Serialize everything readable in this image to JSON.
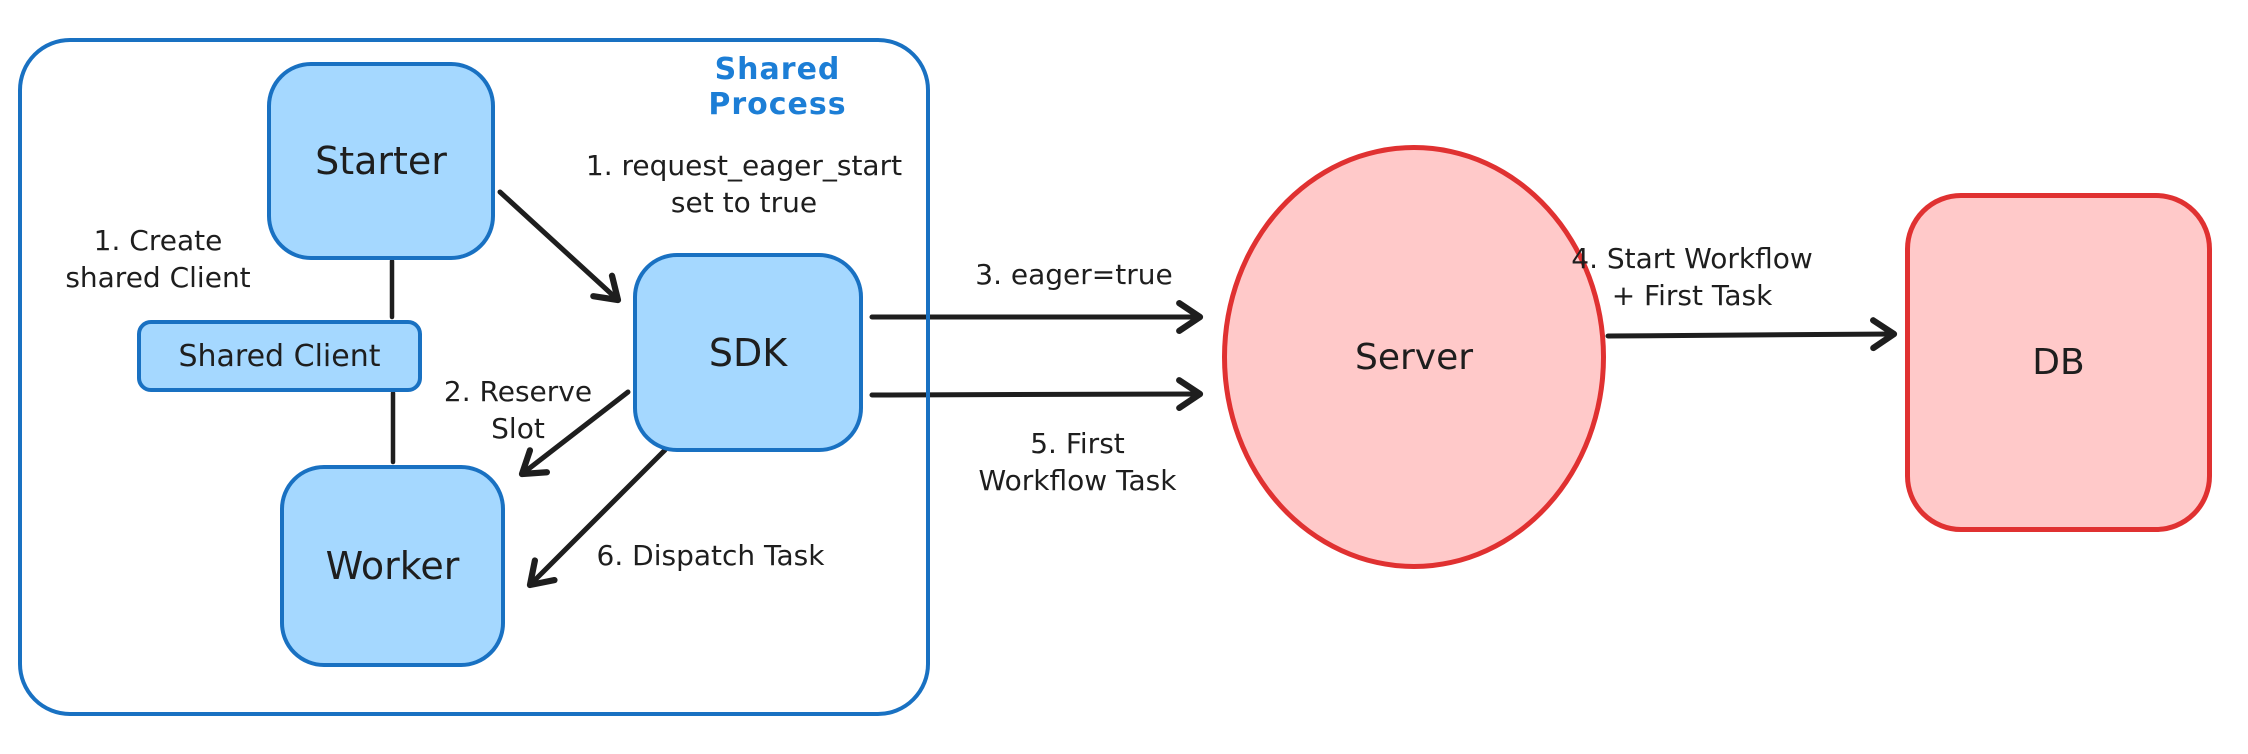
{
  "palette": {
    "blue_border": "#1971c2",
    "blue_fill": "#a5d8ff",
    "label_blue": "#1c7ed6",
    "red_border": "#e03131",
    "red_fill": "#ffc9c9",
    "ink": "#1e1e1e",
    "background": "#ffffff"
  },
  "container": {
    "label": "Shared Process"
  },
  "nodes": {
    "starter": {
      "label": "Starter",
      "shape": "rounded-rect",
      "color": "blue"
    },
    "shared_client": {
      "label": "Shared Client",
      "shape": "rounded-rect",
      "color": "blue"
    },
    "worker": {
      "label": "Worker",
      "shape": "rounded-rect",
      "color": "blue"
    },
    "sdk": {
      "label": "SDK",
      "shape": "rounded-rect",
      "color": "blue"
    },
    "server": {
      "label": "Server",
      "shape": "ellipse",
      "color": "red"
    },
    "db": {
      "label": "DB",
      "shape": "rounded-rect",
      "color": "red"
    }
  },
  "annotations": {
    "create_shared_client": {
      "line1": "1. Create",
      "line2": "shared Client"
    },
    "request_eager_start": {
      "line1": "1. request_eager_start",
      "line2": "set to true"
    },
    "reserve_slot": {
      "line1": "2. Reserve",
      "line2": "Slot"
    },
    "eager_true": {
      "label": "3. eager=true"
    },
    "start_workflow": {
      "line1": "4. Start Workflow",
      "line2": "+ First Task"
    },
    "first_workflow_task": {
      "line1": "5. First",
      "line2": "Workflow Task"
    },
    "dispatch_task": {
      "label": "6. Dispatch Task"
    }
  },
  "edges": [
    {
      "from": "starter",
      "to": "shared_client",
      "style": "plain-line",
      "label": "1. Create shared Client"
    },
    {
      "from": "shared_client",
      "to": "worker",
      "style": "plain-line",
      "label": ""
    },
    {
      "from": "starter",
      "to": "sdk",
      "style": "arrow",
      "label": "1. request_eager_start set to true"
    },
    {
      "from": "sdk",
      "to": "worker",
      "style": "arrow",
      "label": "2. Reserve Slot"
    },
    {
      "from": "sdk",
      "to": "server",
      "style": "arrow",
      "label": "3. eager=true"
    },
    {
      "from": "server",
      "to": "db",
      "style": "arrow",
      "label": "4. Start Workflow + First Task"
    },
    {
      "from": "sdk",
      "to": "server",
      "style": "arrow",
      "label": "5. First Workflow Task"
    },
    {
      "from": "sdk",
      "to": "worker",
      "style": "arrow",
      "label": "6. Dispatch Task"
    }
  ]
}
